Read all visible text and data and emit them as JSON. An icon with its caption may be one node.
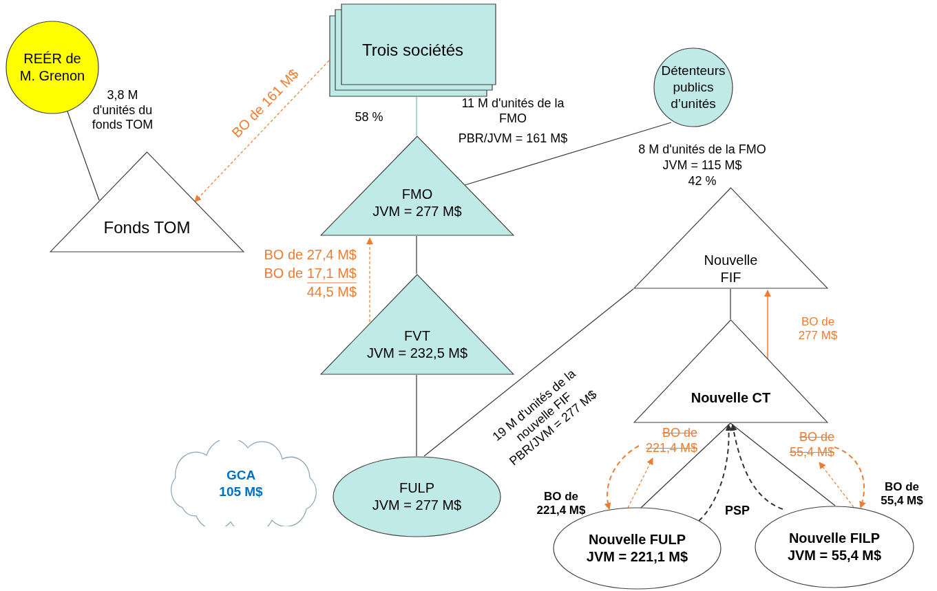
{
  "diagram": {
    "nodes": [
      {
        "text": [
          "REÉR de M. Grenon"
        ]
      },
      {
        "text": [
          "Trois sociétés"
        ]
      },
      {
        "text": [
          "Détenteurs publics d’unités"
        ]
      },
      {
        "text": [
          "Fonds TOM"
        ]
      },
      {
        "text": [
          "FMO",
          "JVM = 277 M$"
        ]
      },
      {
        "text": [
          "Nouvelle FIF"
        ]
      },
      {
        "text": [
          "FVT",
          "JVM = 232,5 M$"
        ]
      },
      {
        "text": [
          "Nouvelle CT"
        ]
      },
      {
        "text": [
          "GCA",
          "105 M$"
        ]
      },
      {
        "text": [
          "FULP",
          "JVM = 277 M$"
        ]
      },
      {
        "text": [
          "Nouvelle FULP",
          "JVM = 221,1 M$"
        ]
      },
      {
        "text": [
          "Nouvelle FILP",
          "JVM = 55,4 M$"
        ]
      },
      {
        "text": [
          "BO de 221,4 M$"
        ]
      },
      {
        "text": [
          "BO de 55,4 M$"
        ]
      }
    ],
    "edges": [
      {
        "from": 0,
        "to": 3,
        "arrow": "none"
      },
      {
        "from": 1,
        "to": 3,
        "arrow": "to",
        "label": "BO de 161 M$",
        "style": "dashed",
        "color": "#ed7d31"
      },
      {
        "from": 1,
        "to": 4,
        "arrow": "none",
        "color": "#5fc79a"
      },
      {
        "from": 2,
        "to": 4,
        "arrow": "none"
      },
      {
        "from": 4,
        "to": 6,
        "arrow": "none"
      },
      {
        "from": 6,
        "to": 4,
        "arrow": "to",
        "style": "dashed",
        "color": "#ed7d31"
      },
      {
        "from": 6,
        "to": 9,
        "arrow": "none"
      },
      {
        "from": 9,
        "to": 5,
        "arrow": "none",
        "label": "19 M d'unités de la nouvelle FIF PBR/JVM = 277 M$"
      },
      {
        "from": 5,
        "to": 7,
        "arrow": "none"
      },
      {
        "from": 7,
        "to": 5,
        "arrow": "to",
        "label": "BO de 277 M$",
        "color": "#ed7d31"
      },
      {
        "from": 7,
        "to": 10,
        "arrow": "none"
      },
      {
        "from": 7,
        "to": 11,
        "arrow": "none"
      },
      {
        "from": 10,
        "to": 7,
        "arrow": "to",
        "style": "dashed"
      },
      {
        "from": 11,
        "to": 7,
        "arrow": "to",
        "style": "dashed"
      },
      {
        "from": 10,
        "to": 12,
        "arrow": "to",
        "style": "dashed",
        "color": "#ed7d31"
      },
      {
        "from": 12,
        "to": 10,
        "arrow": "to",
        "style": "dashed",
        "color": "#ed7d31"
      },
      {
        "from": 11,
        "to": 13,
        "arrow": "to",
        "style": "dashed",
        "color": "#ed7d31"
      },
      {
        "from": 13,
        "to": 11,
        "arrow": "to",
        "style": "dashed",
        "color": "#ed7d31"
      }
    ],
    "labels": [
      "3,8 M d'unités du fonds TOM",
      "58 %",
      "11 M d'unités de la FMO",
      "PBR/JVM = 161 M$",
      "8 M d'unités de la FMO",
      "JVM = 115 M$",
      "42 %",
      "BO de 27,4 M$",
      "BO de 17,1 M$",
      "44,5 M$",
      "BO de 221,4 M$",
      "PSP",
      "BO de 55,4 M$"
    ]
  }
}
